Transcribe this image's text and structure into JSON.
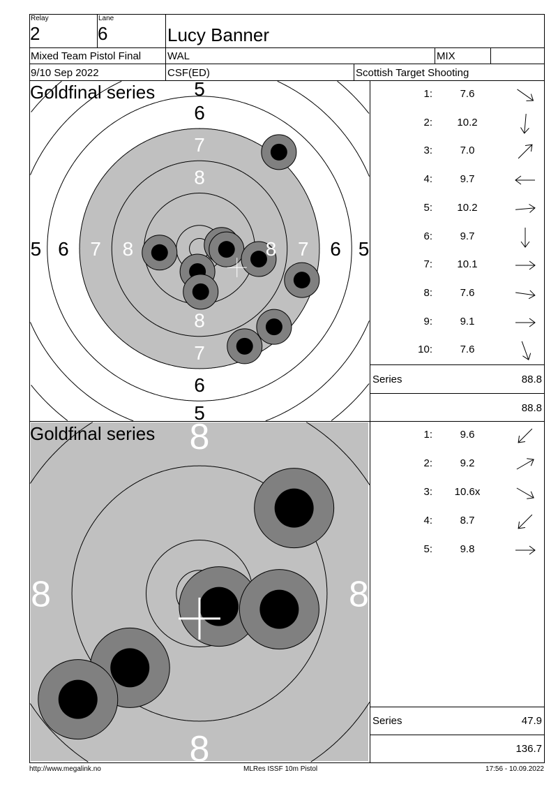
{
  "header": {
    "relay_label": "Relay",
    "relay": "2",
    "lane_label": "Lane",
    "lane": "6",
    "name": "Lucy Banner",
    "event": "Mixed Team Pistol Final",
    "nation": "WAL",
    "category": "MIX",
    "date": "9/10 Sep 2022",
    "club": "CSF(ED)",
    "organizer": "Scottish Target Shooting"
  },
  "top": {
    "title": "Goldfinal series",
    "shots": [
      {
        "n": "1:",
        "score": "7.6",
        "dir": 35
      },
      {
        "n": "2:",
        "score": "10.2",
        "dir": 95
      },
      {
        "n": "3:",
        "score": "7.0",
        "dir": -45
      },
      {
        "n": "4:",
        "score": "9.7",
        "dir": 180
      },
      {
        "n": "5:",
        "score": "10.2",
        "dir": -5
      },
      {
        "n": "6:",
        "score": "9.7",
        "dir": 90
      },
      {
        "n": "7:",
        "score": "10.1",
        "dir": 0
      },
      {
        "n": "8:",
        "score": "7.6",
        "dir": 8
      },
      {
        "n": "9:",
        "score": "9.1",
        "dir": 0
      },
      {
        "n": "10:",
        "score": "7.6",
        "dir": 70
      }
    ],
    "series_label": "Series",
    "series_total": "88.8",
    "total": "88.8",
    "hits_mm": [
      [
        19.7,
        23.9
      ],
      [
        -9.9,
        -1.0
      ],
      [
        -0.5,
        -5.7
      ],
      [
        0.3,
        -10.7
      ],
      [
        5.5,
        0.9
      ],
      [
        6.7,
        -0.2
      ],
      [
        14.7,
        -2.6
      ],
      [
        25.4,
        -7.8
      ],
      [
        18.5,
        -19.4
      ],
      [
        11.2,
        -24.2
      ]
    ],
    "mean_mm": [
      9.3,
      -4.7
    ],
    "ring_labels": [
      "5",
      "6",
      "7",
      "8"
    ]
  },
  "bottom": {
    "title": "Goldfinal series",
    "shots": [
      {
        "n": "1:",
        "score": "9.6",
        "dir": 135
      },
      {
        "n": "2:",
        "score": "9.2",
        "dir": -30
      },
      {
        "n": "3:",
        "score": "10.6x",
        "dir": 30
      },
      {
        "n": "4:",
        "score": "8.7",
        "dir": 135
      },
      {
        "n": "5:",
        "score": "9.8",
        "dir": 0
      }
    ],
    "series_label": "Series",
    "series_total": "47.9",
    "total": "136.7",
    "hits_mm": [
      [
        10.2,
        9.2
      ],
      [
        2.1,
        -1.4
      ],
      [
        8.6,
        -1.7
      ],
      [
        -7.5,
        -8.0
      ],
      [
        -13.1,
        -11.4
      ]
    ],
    "mean_mm": [
      0,
      -2.7
    ],
    "ring_label": "8"
  },
  "footer": {
    "url": "http://www.megalink.no",
    "software": "MLRes ISSF 10m Pistol",
    "timestamp": "17:56 - 10.09.2022"
  },
  "colors": {
    "target_gray": "#c0c0c0",
    "hit_gray": "#808080"
  }
}
